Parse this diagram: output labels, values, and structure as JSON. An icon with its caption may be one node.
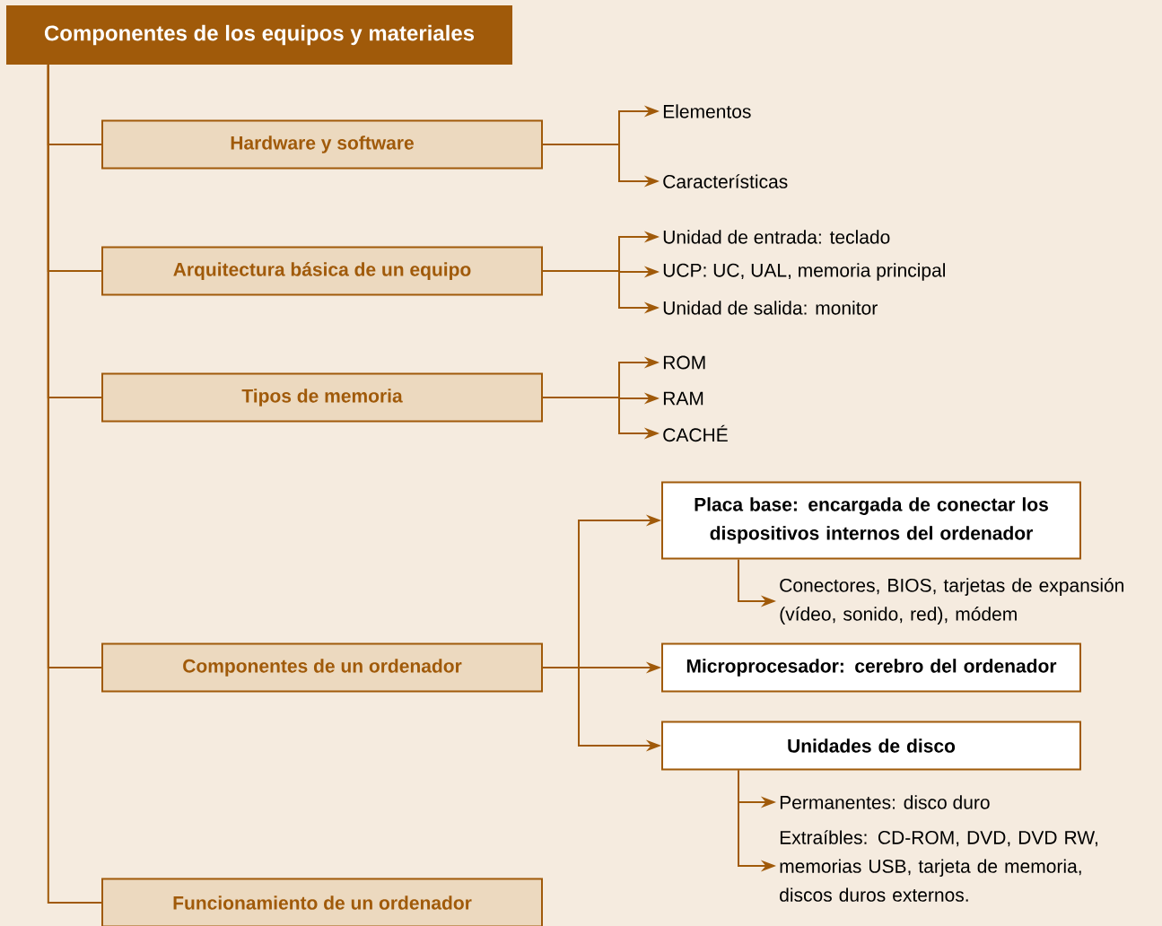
{
  "diagram": {
    "nodes": [
      {
        "text": [
          "Componentes de los equipos y materiales"
        ]
      },
      {
        "text": [
          "Hardware y software"
        ]
      },
      {
        "text": [
          "Elementos"
        ]
      },
      {
        "text": [
          "Características"
        ]
      },
      {
        "text": [
          "Arquitectura básica de un equipo"
        ]
      },
      {
        "text": [
          "Unidad de entrada: teclado"
        ]
      },
      {
        "text": [
          "UCP: UC, UAL, memoria principal"
        ]
      },
      {
        "text": [
          "Unidad de salida: monitor"
        ]
      },
      {
        "text": [
          "Tipos de memoria"
        ]
      },
      {
        "text": [
          "ROM"
        ]
      },
      {
        "text": [
          "RAM"
        ]
      },
      {
        "text": [
          "CACHÉ"
        ]
      },
      {
        "text": [
          "Componentes de un ordenador"
        ]
      },
      {
        "text": [
          "Placa base: encargada de conectar los dispositivos internos del ordenador"
        ]
      },
      {
        "text": [
          "Conectores, BIOS, tarjetas de expansión (vídeo, sonido, red), módem"
        ]
      },
      {
        "text": [
          "Microprocesador: cerebro del ordenador"
        ]
      },
      {
        "text": [
          "Unidades de disco"
        ]
      },
      {
        "text": [
          "Permanentes: disco duro"
        ]
      },
      {
        "text": [
          "Extraíbles: CD-ROM, DVD, DVD RW, memorias USB, tarjeta de memoria, discos duros externos."
        ]
      },
      {
        "text": [
          "Funcionamiento de un ordenador"
        ]
      }
    ],
    "edges": [
      {
        "from": 0,
        "to": 1,
        "arrow": "none"
      },
      {
        "from": 0,
        "to": 4,
        "arrow": "none"
      },
      {
        "from": 0,
        "to": 8,
        "arrow": "none"
      },
      {
        "from": 0,
        "to": 12,
        "arrow": "none"
      },
      {
        "from": 0,
        "to": 19,
        "arrow": "none"
      },
      {
        "from": 1,
        "to": 2,
        "arrow": "to"
      },
      {
        "from": 1,
        "to": 3,
        "arrow": "to"
      },
      {
        "from": 4,
        "to": 5,
        "arrow": "to"
      },
      {
        "from": 4,
        "to": 6,
        "arrow": "to"
      },
      {
        "from": 4,
        "to": 7,
        "arrow": "to"
      },
      {
        "from": 8,
        "to": 9,
        "arrow": "to"
      },
      {
        "from": 8,
        "to": 10,
        "arrow": "to"
      },
      {
        "from": 8,
        "to": 11,
        "arrow": "to"
      },
      {
        "from": 12,
        "to": 13,
        "arrow": "to"
      },
      {
        "from": 12,
        "to": 15,
        "arrow": "to"
      },
      {
        "from": 12,
        "to": 16,
        "arrow": "to"
      },
      {
        "from": 13,
        "to": 14,
        "arrow": "to"
      },
      {
        "from": 16,
        "to": 17,
        "arrow": "to"
      },
      {
        "from": 16,
        "to": 18,
        "arrow": "to"
      }
    ]
  }
}
